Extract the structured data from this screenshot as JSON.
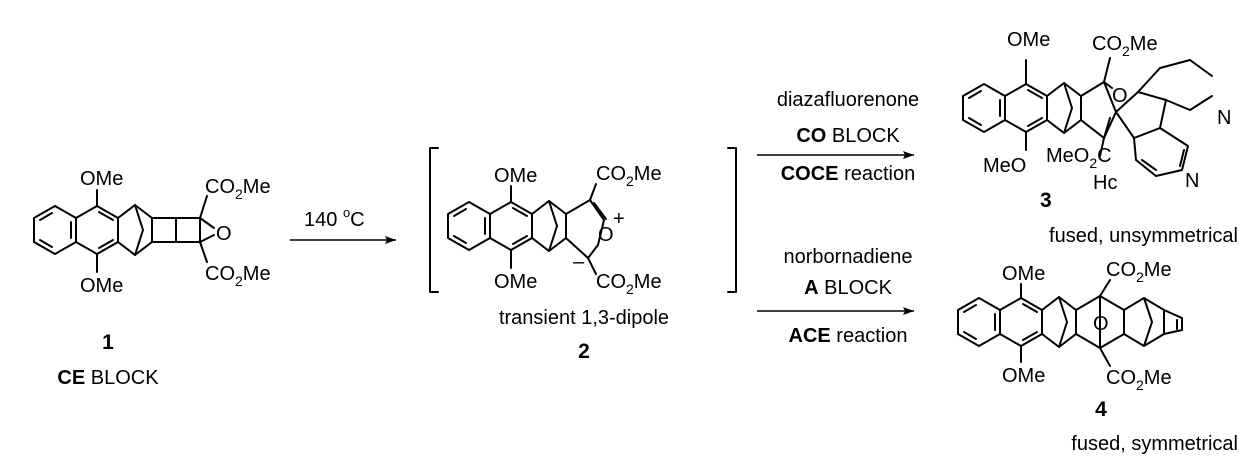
{
  "compounds": {
    "c1": {
      "number": "1",
      "block_bold": "CE",
      "block_rest": " BLOCK",
      "ome_top": "OMe",
      "ome_bottom": "OMe",
      "co2me_1_pre": "CO",
      "co2me_1_sub": "2",
      "co2me_1_post": "Me",
      "co2me_2_pre": "CO",
      "co2me_2_sub": "2",
      "co2me_2_post": "Me",
      "oxygen": "O"
    },
    "c2": {
      "number": "2",
      "caption": "transient 1,3-dipole",
      "ome_top": "OMe",
      "ome_bottom": "OMe",
      "co2me_1_pre": "CO",
      "co2me_1_sub": "2",
      "co2me_1_post": "Me",
      "co2me_2_pre": "CO",
      "co2me_2_sub": "2",
      "co2me_2_post": "Me",
      "oxygen": "O",
      "plus": "+",
      "minus": "–"
    },
    "c3": {
      "number": "3",
      "caption": "fused, unsymmetrical",
      "ome_top": "OMe",
      "ome_bottom": "MeO",
      "co2me_pre": "CO",
      "co2me_sub": "2",
      "co2me_post": "Me",
      "meo2c_pre": "MeO",
      "meo2c_sub": "2",
      "meo2c_post": "C",
      "oxygen": "O",
      "hc": "Hc",
      "n1": "N",
      "n2": "N"
    },
    "c4": {
      "number": "4",
      "caption": "fused, symmetrical",
      "ome_top": "OMe",
      "ome_bottom": "OMe",
      "co2me_1_pre": "CO",
      "co2me_1_sub": "2",
      "co2me_1_post": "Me",
      "co2me_2_pre": "CO",
      "co2me_2_sub": "2",
      "co2me_2_post": "Me",
      "oxygen": "O"
    }
  },
  "arrows": {
    "a1": {
      "label_pre": "140 ",
      "label_sup": "o",
      "label_post": "C"
    },
    "a2": {
      "reagent": "diazafluorenone",
      "block_bold": "CO",
      "block_rest": " BLOCK",
      "reaction_bold": "COCE",
      "reaction_rest": " reaction"
    },
    "a3": {
      "reagent": "norbornadiene",
      "block_bold": "A",
      "block_rest": " BLOCK",
      "reaction_bold": "ACE",
      "reaction_rest": " reaction"
    }
  }
}
